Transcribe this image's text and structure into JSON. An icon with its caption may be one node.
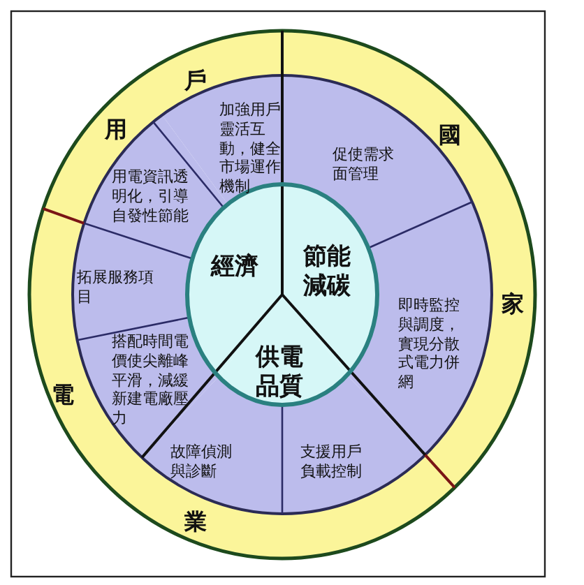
{
  "diagram": {
    "nodes": [
      {
        "text": [
          "用",
          "戶"
        ]
      },
      {
        "text": [
          "國",
          "家"
        ]
      },
      {
        "text": [
          "電",
          "業"
        ]
      },
      {
        "text": [
          "加強用戶靈活互動，健全市場運作機制"
        ]
      },
      {
        "text": [
          "用電資訊透明化，引導自發性節能"
        ]
      },
      {
        "text": [
          "拓展服務項目"
        ]
      },
      {
        "text": [
          "搭配時間電價使尖離峰平滑，減緩新建電廠壓力"
        ]
      },
      {
        "text": [
          "故障偵測與診斷"
        ]
      },
      {
        "text": [
          "支援用戶負載控制"
        ]
      },
      {
        "text": [
          "即時監控與調度，實現分散式電力併網"
        ]
      },
      {
        "text": [
          "促使需求面管理"
        ]
      },
      {
        "text": [
          "經濟"
        ]
      },
      {
        "text": [
          "節能減碳"
        ]
      },
      {
        "text": [
          "供電品質"
        ]
      }
    ]
  }
}
